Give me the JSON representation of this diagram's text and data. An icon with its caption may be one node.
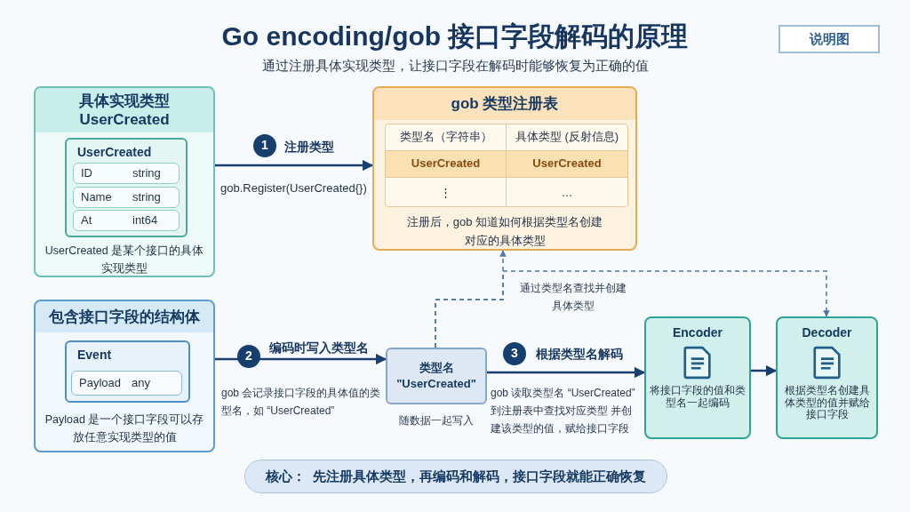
{
  "diagram": {
    "title": "Go encoding/gob 接口字段解码的原理",
    "nodes": [
      {
        "text": [
          "具体实现类型 UserCreated",
          "UserCreated 是某个接口的具体实现类型"
        ]
      },
      {
        "text": [
          "UserCreated"
        ],
        "in": 0
      },
      {
        "text": [
          "ID",
          "string"
        ],
        "in": 1
      },
      {
        "text": [
          "Name",
          "string"
        ],
        "in": 1
      },
      {
        "text": [
          "At",
          "int64"
        ],
        "in": 1
      },
      {
        "text": [
          "gob 类型注册表",
          "注册后，gob 知道如何根据类型名创建对应的具体类型"
        ]
      },
      {
        "text": [
          "包含接口字段的结构体",
          "Payload 是一个接口字段可以存放任意实现类型的值"
        ]
      },
      {
        "text": [
          "Event"
        ],
        "in": 6
      },
      {
        "text": [
          "Payload",
          "any"
        ],
        "in": 7
      },
      {
        "text": [
          "类型名 \"UserCreated\""
        ],
        "beside": [
          "随数据一起写入"
        ]
      },
      {
        "text": [
          "Encoder",
          "将接口字段的值和类型名一起编码"
        ]
      },
      {
        "text": [
          "Decoder",
          "根据类型名创建具体类型的值并赋给接口字段"
        ]
      },
      {
        "text": [
          "说明图"
        ]
      },
      {
        "text": [
          "核心：  先注册具体类型，再编码和解码，接口字段就能正确恢复"
        ]
      }
    ],
    "edges": [
      {
        "from": 0,
        "to": 5,
        "arrow": "to",
        "label": "注册类型"
      },
      {
        "from": 6,
        "to": 9,
        "arrow": "to",
        "label": "编码时写入类型名"
      },
      {
        "from": 9,
        "to": 10,
        "arrow": "to",
        "label": "根据类型名解码"
      },
      {
        "from": 10,
        "to": 11,
        "arrow": "to"
      },
      {
        "from": 9,
        "to": 5,
        "arrow": "to",
        "style": "dashed",
        "label": "通过类型名查找并创建具体类型"
      },
      {
        "from": 9,
        "to": 11,
        "arrow": "to",
        "style": "dashed"
      }
    ],
    "labels": [
      "通过注册具体实现类型，让接口字段在解码时能够恢复为正确的值",
      "1",
      "gob.Register(UserCreated{})",
      "类型名（字符串）",
      "具体类型 (反射信息)",
      "UserCreated",
      "UserCreated",
      "⋮",
      "…",
      "2",
      "gob 会记录接口字段的具体值的类型名，如 “UserCreated”",
      "3",
      "gob 读取类型名 “UserCreated” 到注册表中查找对应类型 并创建该类型的值，赋给接口字段"
    ]
  }
}
